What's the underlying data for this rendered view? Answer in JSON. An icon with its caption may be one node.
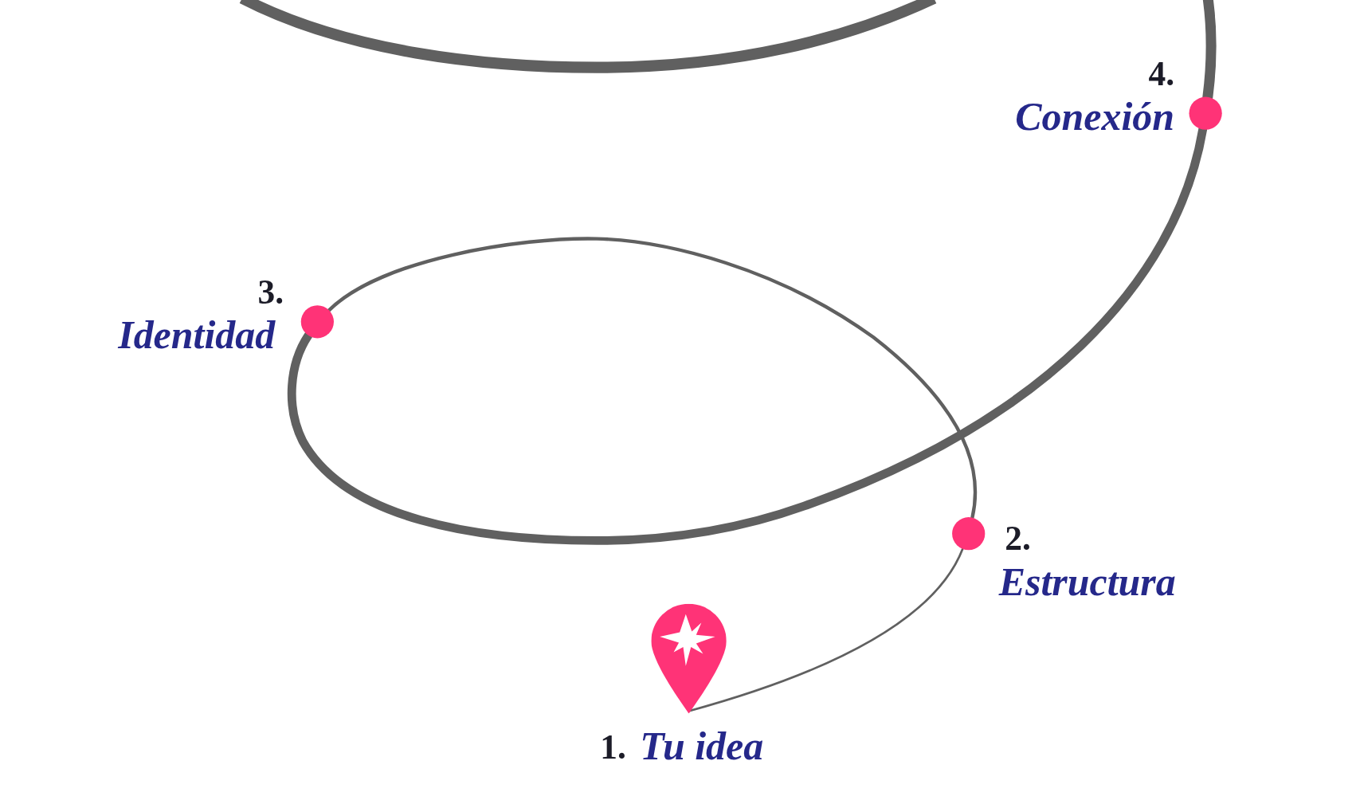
{
  "diagram": {
    "nodes": [
      {
        "text": [
          "1.",
          "Tu idea"
        ]
      },
      {
        "text": [
          "2.",
          "Estructura"
        ]
      },
      {
        "text": [
          "3.",
          "Identidad"
        ]
      },
      {
        "text": [
          "4.",
          "Conexión"
        ]
      }
    ],
    "edges": [
      {
        "from": 0,
        "to": 1,
        "arrow": "none"
      },
      {
        "from": 1,
        "to": 2,
        "arrow": "none"
      },
      {
        "from": 2,
        "to": 3,
        "arrow": "none",
        "style": "thick"
      },
      {
        "from": 3,
        "to": null,
        "arrow": "none",
        "style": "thick"
      }
    ]
  }
}
